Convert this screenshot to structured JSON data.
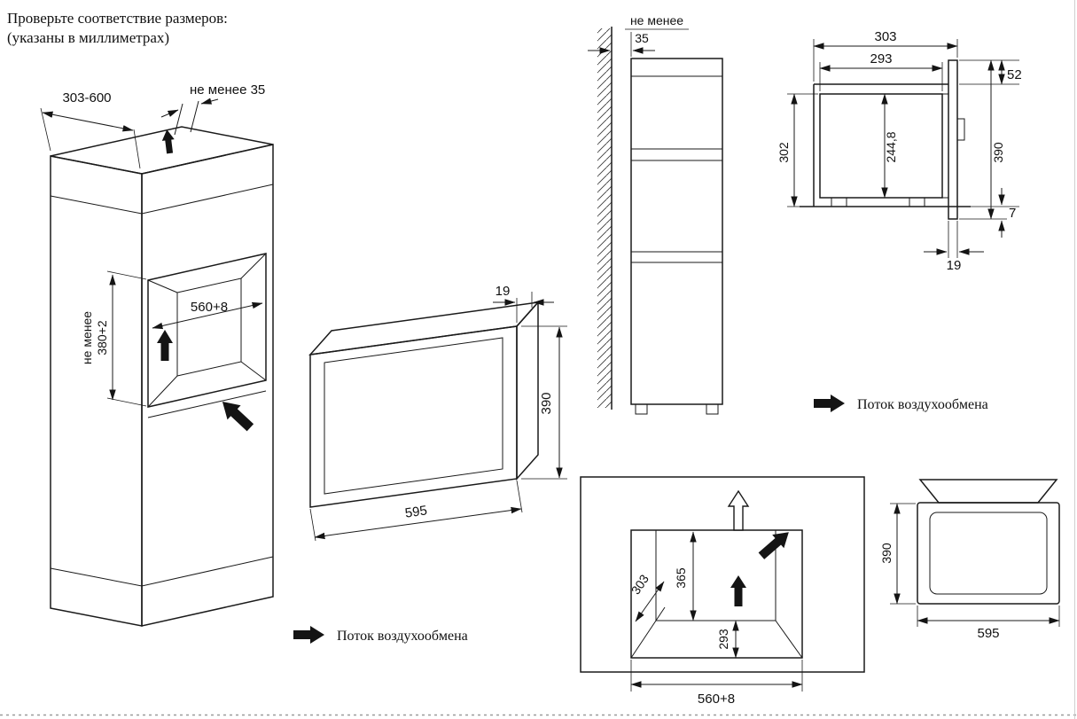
{
  "header": {
    "line1": "Проверьте соответствие размеров:",
    "line2": "(указаны в миллиметрах)"
  },
  "airflow": {
    "left_label": "Поток воздухообмена",
    "right_label": "Поток воздухообмена"
  },
  "cabinet_iso": {
    "depth_range": "303-600",
    "top_gap": "не менее 35",
    "niche_width": "560+8",
    "niche_height_line1": "не менее",
    "niche_height_line2": "380+2"
  },
  "oven_iso": {
    "door_offset": "19",
    "height": "390",
    "width": "595"
  },
  "wall_side_view": {
    "gap_label": "не менее",
    "gap_value": "35"
  },
  "section_view": {
    "niche_depth": "303",
    "body_depth": "293",
    "top_clearance": "52",
    "body_height": "302",
    "inner_height": "244,8",
    "door_height": "390",
    "bottom_overlap": "7",
    "door_thickness": "19"
  },
  "niche_front_view": {
    "depth": "303",
    "height": "365",
    "floor_depth": "293",
    "width": "560+8"
  },
  "oven_front_view": {
    "height": "390",
    "width": "595"
  }
}
